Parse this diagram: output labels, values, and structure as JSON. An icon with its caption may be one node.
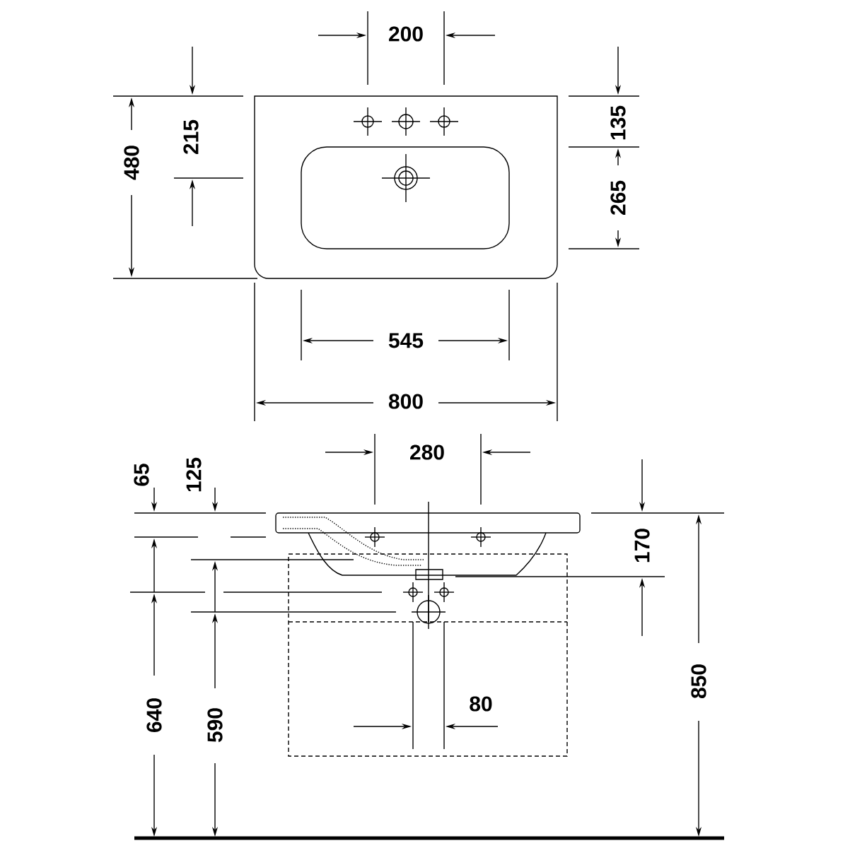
{
  "diagram": {
    "labels": [
      "200",
      "215",
      "135",
      "480",
      "265",
      "545",
      "800",
      "280",
      "65",
      "125",
      "170",
      "850",
      "640",
      "590",
      "80"
    ]
  }
}
